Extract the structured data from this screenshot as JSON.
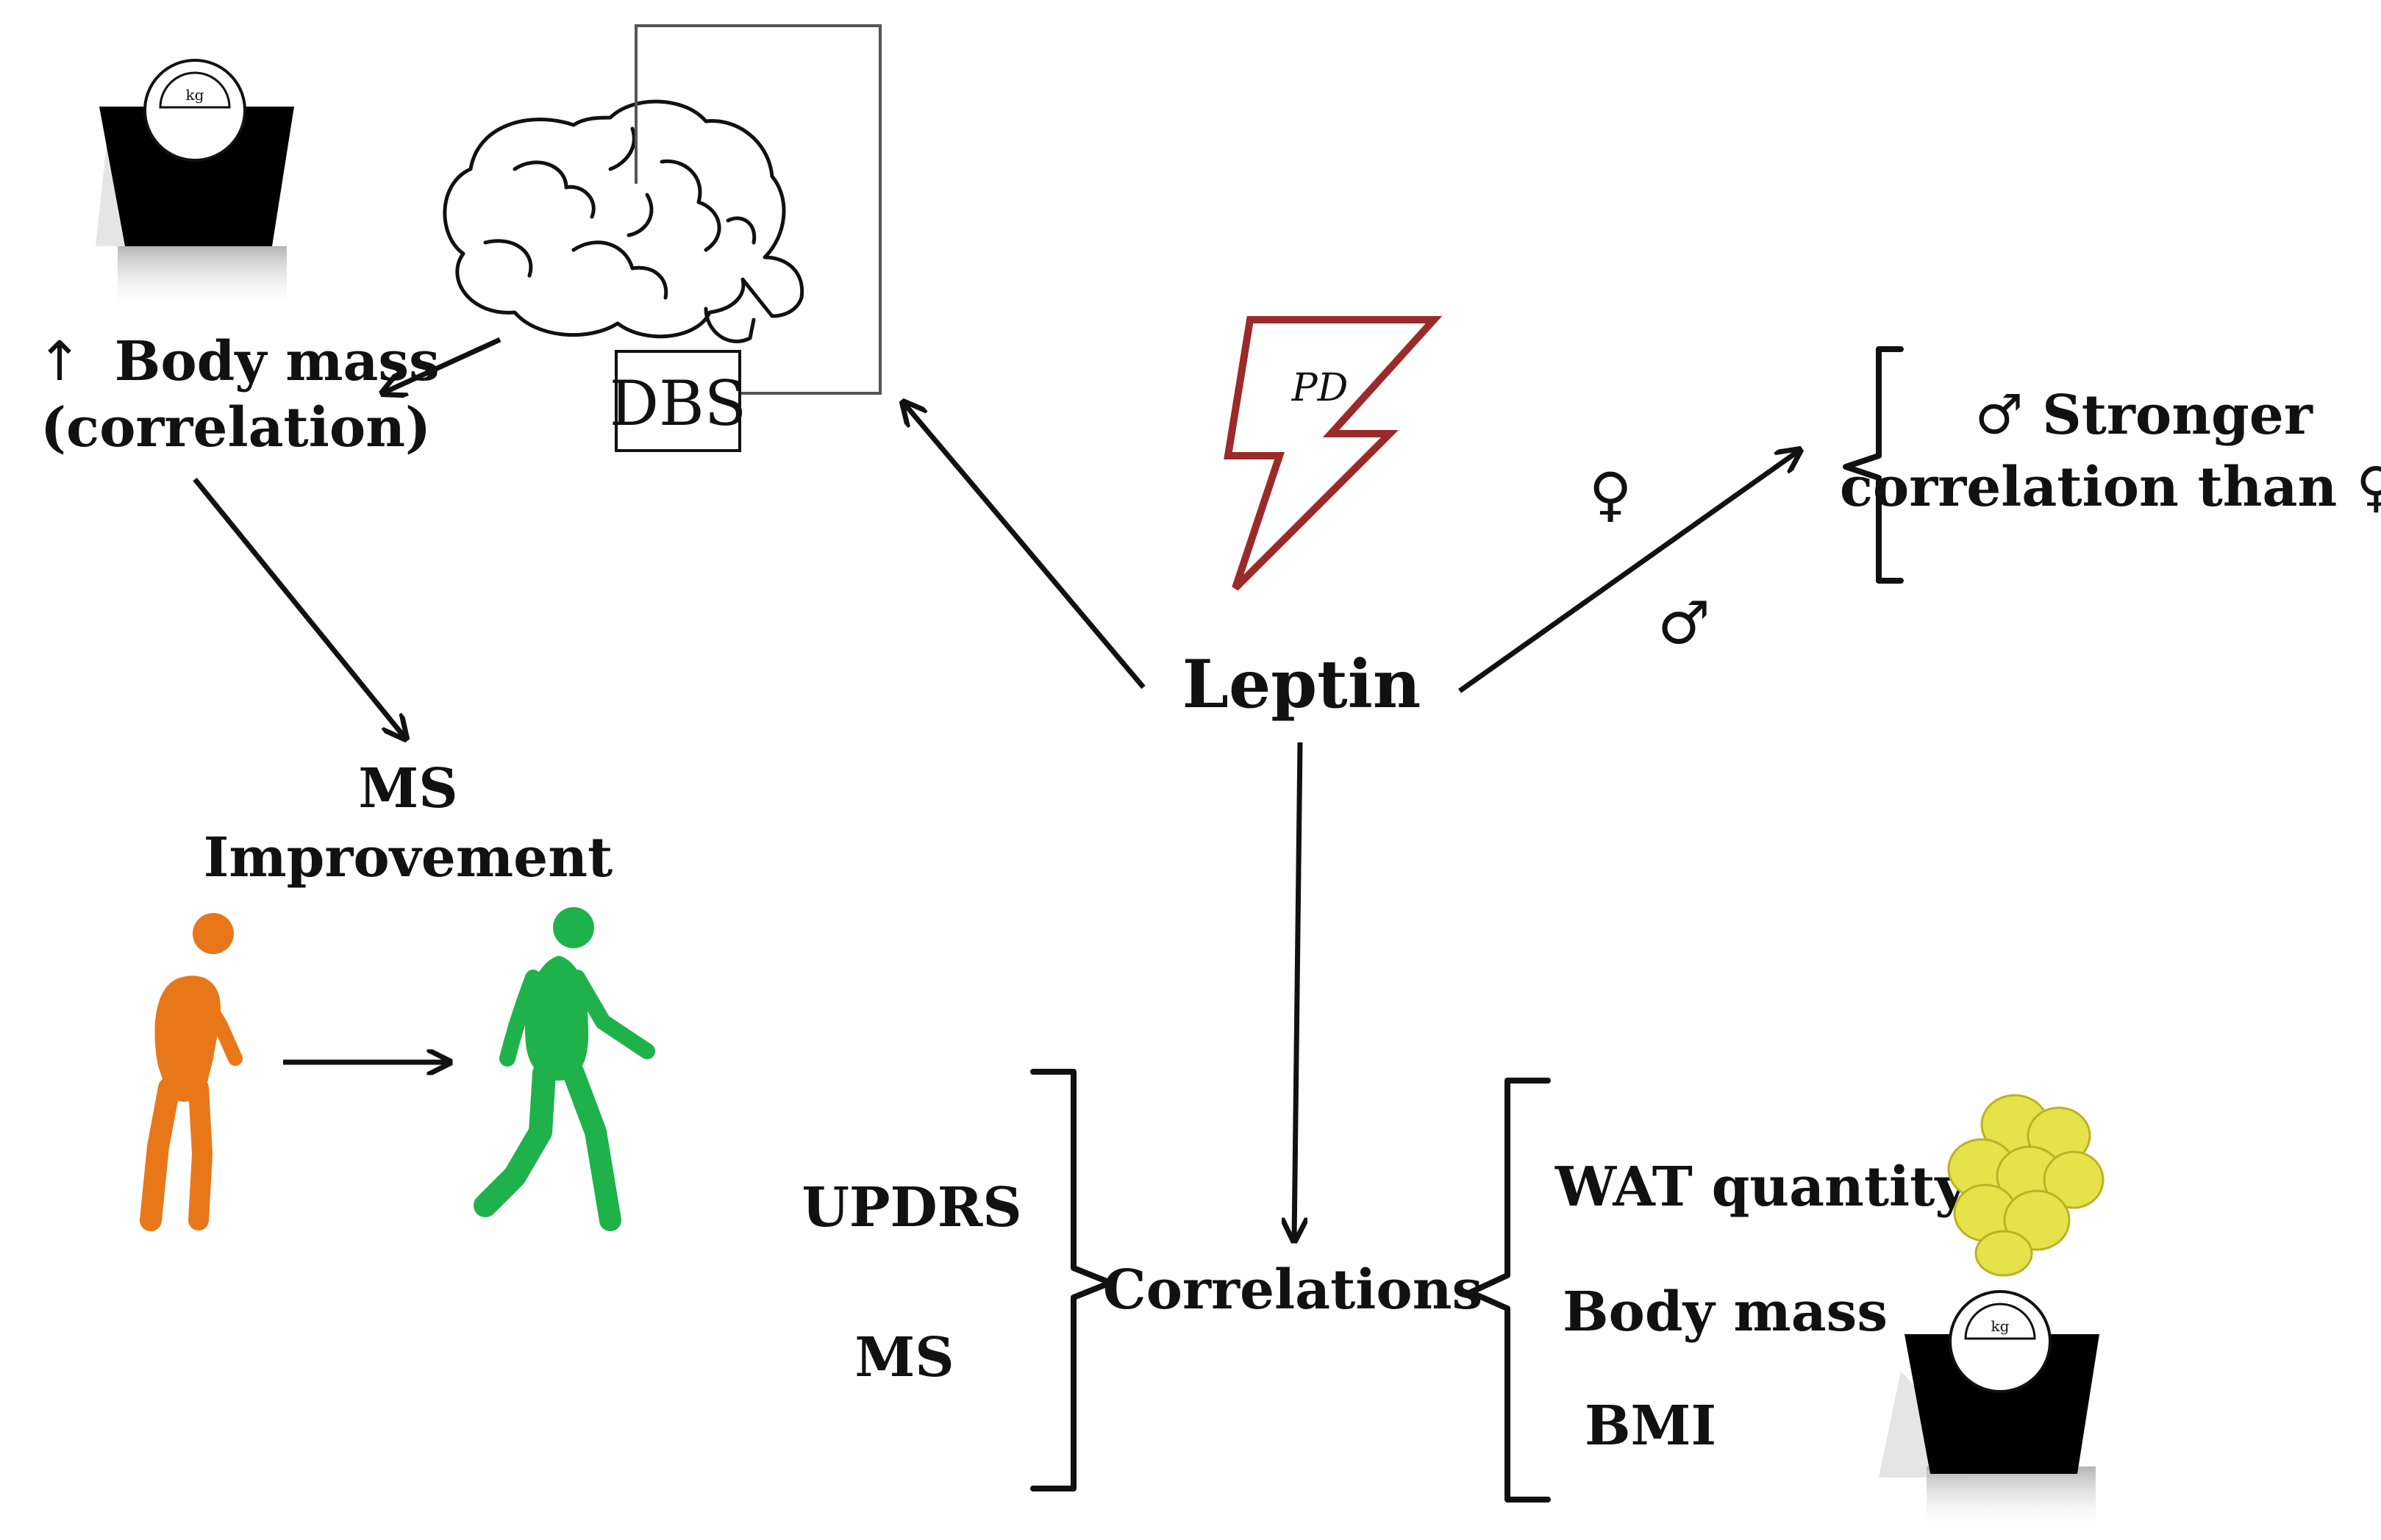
{
  "center": {
    "label": "Leptin"
  },
  "trigger": {
    "label": "PD"
  },
  "dbs": {
    "label": "DBS"
  },
  "body_mass_effect": {
    "arrow": "↑",
    "line1": "Body mass",
    "line2": "(correlation)"
  },
  "ms_improvement": {
    "line1": "MS",
    "line2": "Improvement"
  },
  "sex_difference": {
    "female_symbol": "♀",
    "male_symbol": "♂",
    "line1": "♂ Stronger",
    "line2": "correlation than ♀"
  },
  "correlations": {
    "label": "Correlations",
    "left_items": [
      "UPDRS",
      "MS"
    ],
    "right_items": [
      "WAT quantity",
      "Body mass",
      "BMI"
    ]
  },
  "scale_icon": {
    "label": "kg"
  },
  "icons": [
    "scale-icon",
    "brain-icon",
    "lightning-bolt-icon",
    "walking-person-icon",
    "fat-cells-icon"
  ],
  "colors": {
    "bolt_stroke": "#9b2a2a",
    "person_hunched": "#e8771a",
    "person_walking": "#1fb24a",
    "fat_cells": "#e6e34a",
    "text": "#111111"
  }
}
